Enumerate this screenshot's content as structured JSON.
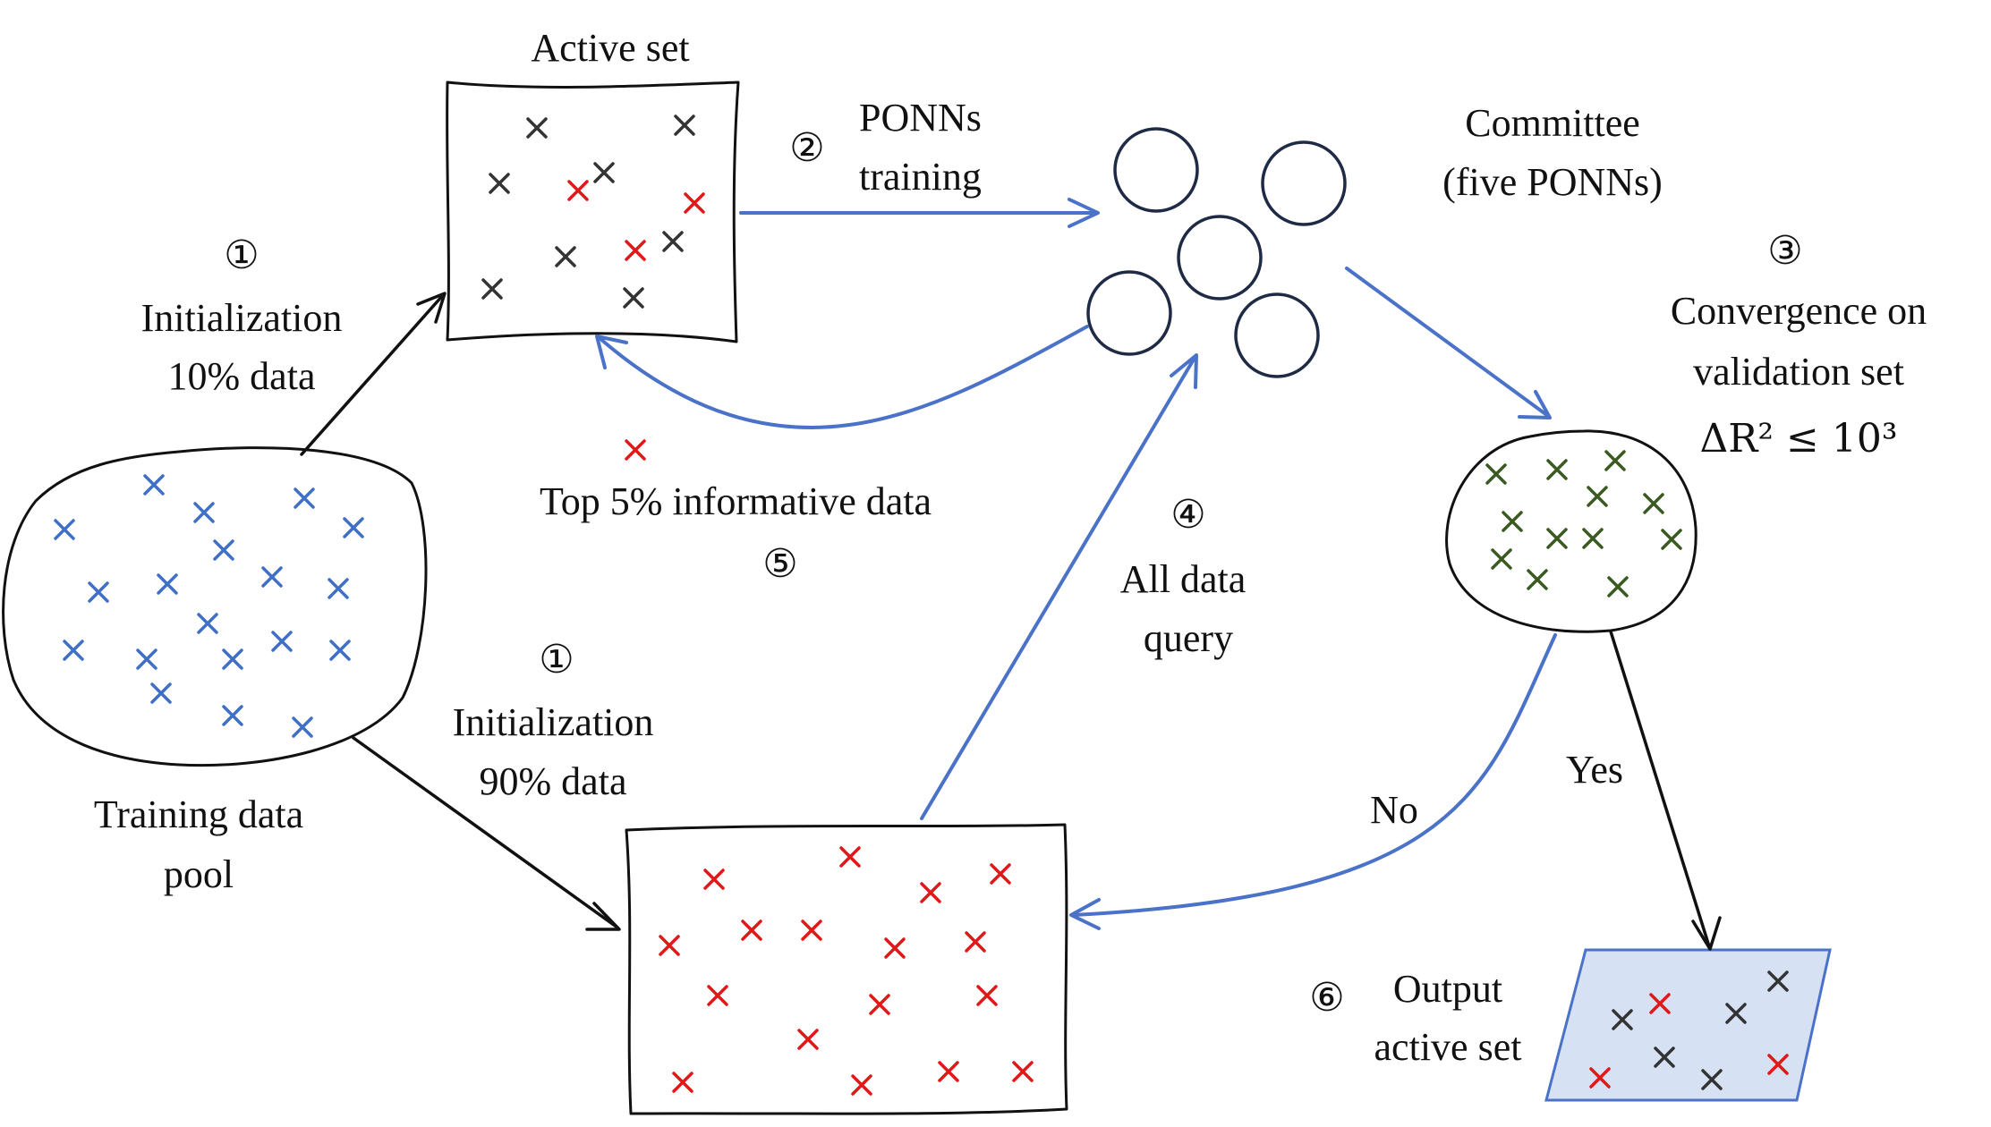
{
  "labels": {
    "active_set": "Active set",
    "step2_num": "②",
    "step2_line1": "PONNs",
    "step2_line2": "training",
    "committee_line1": "Committee",
    "committee_line2": "(five PONNs)",
    "step1a_num": "①",
    "step1a_line1": "Initialization",
    "step1a_line2": "10% data",
    "step3_num": "③",
    "step3_line1": "Convergence on",
    "step3_line2": "validation set",
    "step3_math": "ΔR² ≤ 10³",
    "step5_text": "Top 5% informative data",
    "step5_num": "⑤",
    "step4_num": "④",
    "step4_line1": "All data",
    "step4_line2": "query",
    "step1b_num": "①",
    "step1b_line1": "Initialization",
    "step1b_line2": "90% data",
    "pool_line1": "Training data",
    "pool_line2": "pool",
    "no": "No",
    "yes": "Yes",
    "step6_num": "⑥",
    "step6_line1": "Output",
    "step6_line2": "active set"
  },
  "colors": {
    "arrow_blue": "#4a72c8",
    "mark_blue": "#3f6fc6",
    "mark_red": "#e01818",
    "mark_dark": "#333333",
    "mark_green": "#3b5a22",
    "output_fill": "#d7e1f4",
    "output_stroke": "#4a72c8",
    "node_stroke": "#1f2a44"
  },
  "icons": {
    "data_point": "cross-mark-icon",
    "committee_member": "circle-node-icon"
  }
}
